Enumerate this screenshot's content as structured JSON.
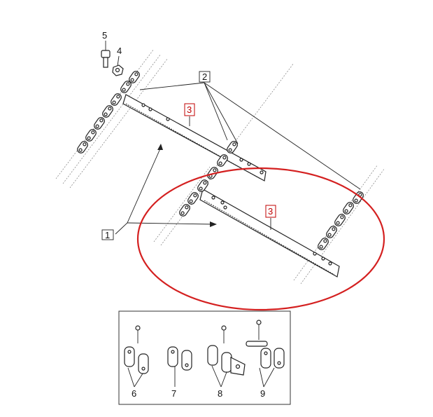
{
  "callouts": {
    "c1": "1",
    "c2": "2",
    "c3a": "3",
    "c3b": "3",
    "c4": "4",
    "c5": "5",
    "c6": "6",
    "c7": "7",
    "c8": "8",
    "c9": "9"
  },
  "colors": {
    "highlight_ellipse": "#d42020",
    "highlight_label": "#c00000",
    "line": "#222222"
  }
}
